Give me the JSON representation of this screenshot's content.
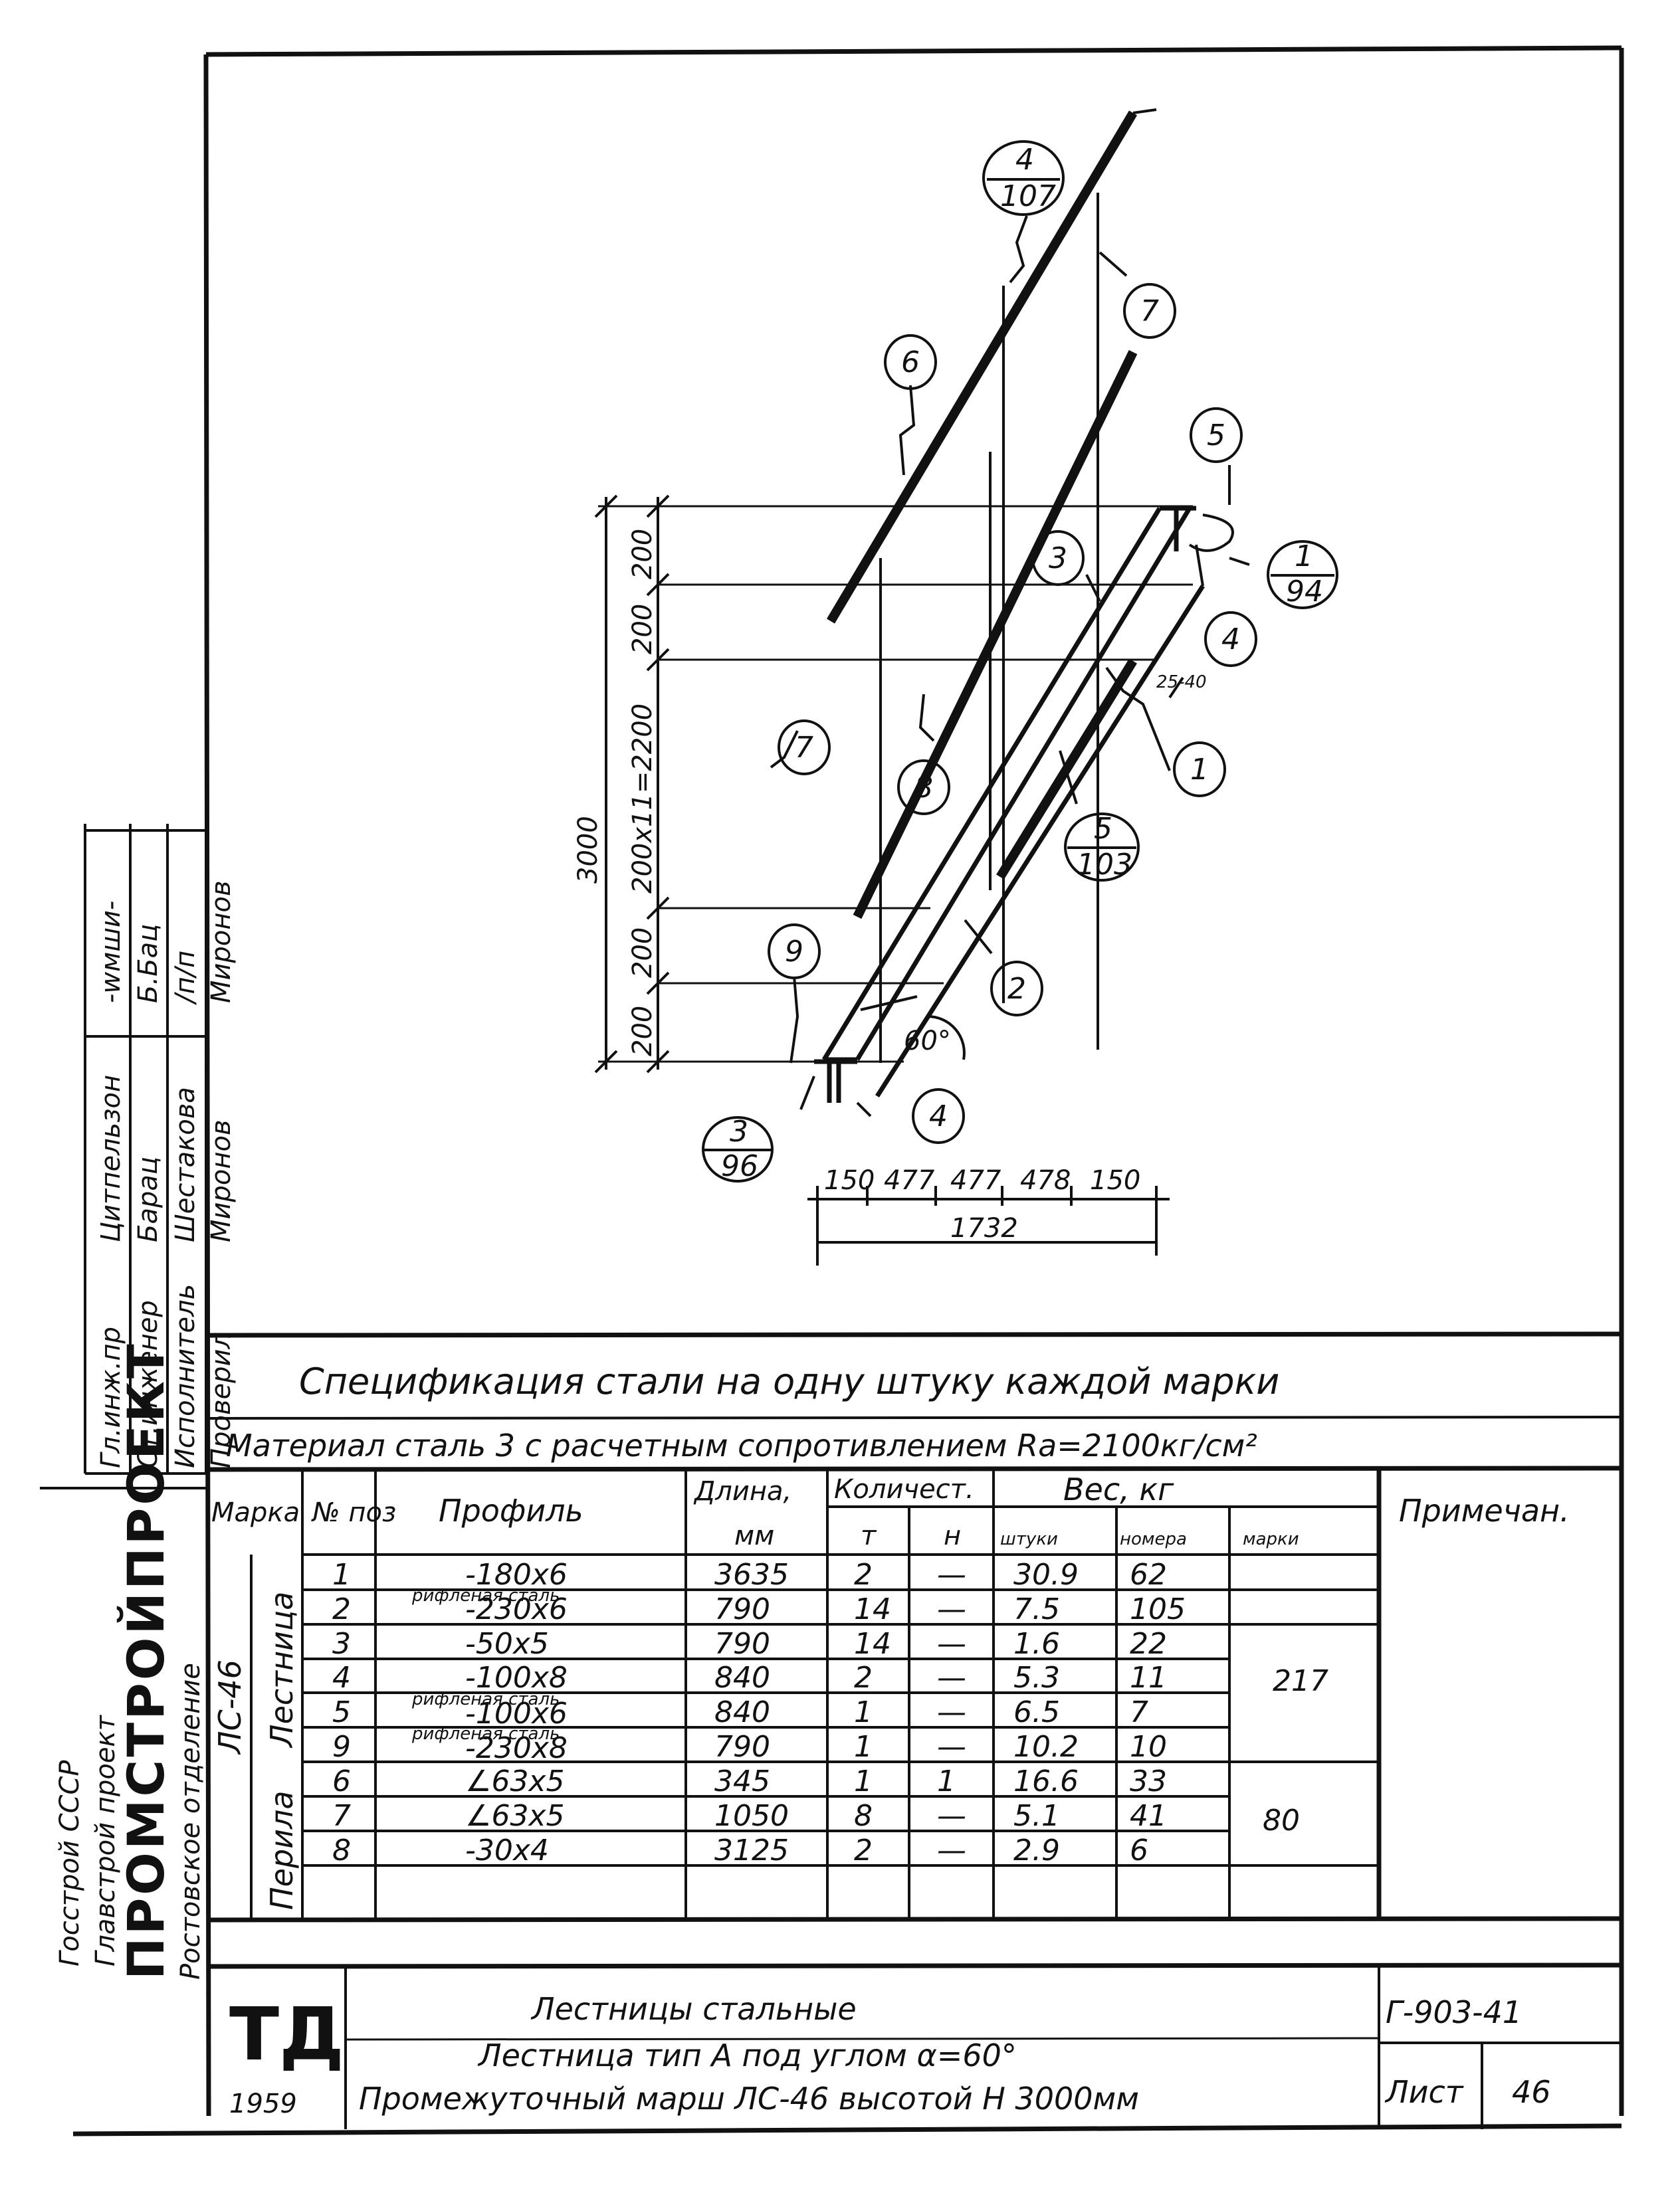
{
  "approvals": [
    {
      "role": "Гл.инж.пр",
      "name": "Цитпельзон",
      "sign": "-wмши-"
    },
    {
      "role": "Ст.инженер",
      "name": "Барац",
      "sign": "Б.Бац"
    },
    {
      "role": "Исполнитель",
      "name": "Шестакова",
      "sign": "/п/п"
    },
    {
      "role": "Проверил",
      "name": "Миронов",
      "sign": "Миронов"
    }
  ],
  "org": {
    "line1": "Госстрой СССР",
    "line2": "Главстрой проект",
    "line3": "ПРОМСТРОЙПРОЕКТ",
    "line4": "Ростовское отделение"
  },
  "drawing": {
    "dims": {
      "total_height": "3000",
      "seg_bottom1": "200",
      "seg_bottom2": "200",
      "seg_middle": "200x11=2200",
      "seg_top1": "200",
      "seg_top2": "200",
      "plan_1": "150",
      "plan_2": "477",
      "plan_3": "477",
      "plan_4": "478",
      "plan_5": "150",
      "total_width": "1732",
      "angle": "60°",
      "weld": "25-40"
    },
    "bubbles": {
      "b6": "6",
      "b7_top": "7",
      "b5": "5",
      "b3": "3",
      "b4_right": "4",
      "b1": "1",
      "b7_left": "7",
      "b8": "8",
      "b9": "9",
      "b2": "2",
      "b4_bottom": "4"
    },
    "refs": {
      "r4_107": {
        "num": "4",
        "den": "107"
      },
      "r1_94": {
        "num": "1",
        "den": "94"
      },
      "r5_103": {
        "num": "5",
        "den": "103"
      },
      "r3_96": {
        "num": "3",
        "den": "96"
      }
    }
  },
  "spec": {
    "title": "Спецификация стали на одну штуку каждой марки",
    "material": "Материал сталь 3 с расчетным сопротивлением Rа=2100кг/см²",
    "headers": {
      "mark": "Марка",
      "pos": "№ поз",
      "profile": "Профиль",
      "length": "Длина,",
      "length_unit": "мм",
      "qty": "Количест.",
      "qty_t": "т",
      "qty_n": "н",
      "weight": "Вес, кг",
      "w_piece": "штуки",
      "w_total": "номера",
      "w_mark": "марки",
      "note": "Примечан."
    },
    "mark_name": "ЛС-46",
    "group1": "Лестница",
    "group2": "Перила",
    "rows": [
      {
        "pos": "1",
        "profile": "-180x6",
        "profile_top": "",
        "len": "3635",
        "t": "2",
        "n": "—",
        "piece": "30.9",
        "total": "62"
      },
      {
        "pos": "2",
        "profile": "-230x6",
        "profile_top": "рифленая сталь",
        "len": "790",
        "t": "14",
        "n": "—",
        "piece": "7.5",
        "total": "105"
      },
      {
        "pos": "3",
        "profile": "-50x5",
        "profile_top": "",
        "len": "790",
        "t": "14",
        "n": "—",
        "piece": "1.6",
        "total": "22"
      },
      {
        "pos": "4",
        "profile": "-100x8",
        "profile_top": "",
        "len": "840",
        "t": "2",
        "n": "—",
        "piece": "5.3",
        "total": "11"
      },
      {
        "pos": "5",
        "profile": "-100x6",
        "profile_top": "рифленая сталь",
        "len": "840",
        "t": "1",
        "n": "—",
        "piece": "6.5",
        "total": "7"
      },
      {
        "pos": "9",
        "profile": "-230x8",
        "profile_top": "рифленая сталь",
        "len": "790",
        "t": "1",
        "n": "—",
        "piece": "10.2",
        "total": "10"
      },
      {
        "pos": "6",
        "profile": "∠63x5",
        "profile_top": "",
        "len": "345",
        "t": "1",
        "n": "1",
        "piece": "16.6",
        "total": "33"
      },
      {
        "pos": "7",
        "profile": "∠63x5",
        "profile_top": "",
        "len": "1050",
        "t": "8",
        "n": "—",
        "piece": "5.1",
        "total": "41"
      },
      {
        "pos": "8",
        "profile": "-30x4",
        "profile_top": "",
        "len": "3125",
        "t": "2",
        "n": "—",
        "piece": "2.9",
        "total": "6"
      }
    ],
    "mark_weight_1": "217",
    "mark_weight_2": "80"
  },
  "titleblock": {
    "logo": "ТД",
    "year": "1959",
    "line1": "Лестницы стальные",
    "line2": "Лестница тип А под углом α=60°",
    "line3": "Промежуточный марш ЛС-46 высотой Н 3000мм",
    "code": "Г-903-41",
    "sheet_label": "Лист",
    "sheet_no": "46"
  }
}
